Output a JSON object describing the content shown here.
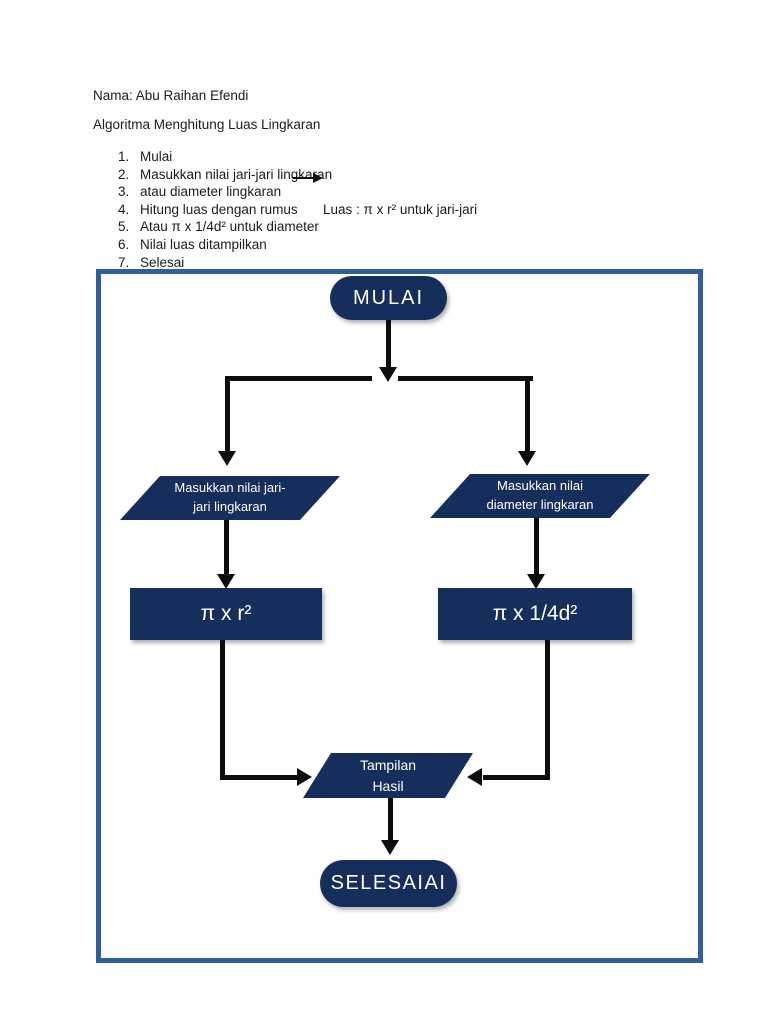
{
  "document": {
    "name_line": "Nama: Abu Raihan Efendi",
    "title": "Algoritma Menghitung Luas Lingkaran",
    "steps": [
      {
        "num": "1.",
        "text": "Mulai"
      },
      {
        "num": "2.",
        "text": "Masukkan nilai jari-jari lingkaran"
      },
      {
        "num": "3.",
        "text": "atau diameter lingkaran"
      },
      {
        "num": "4.",
        "text": "Hitung luas dengan rumus",
        "note": "Luas : π x r² untuk jari-jari"
      },
      {
        "num": "5.",
        "text": "Atau π x 1/4d² untuk diameter"
      },
      {
        "num": "6.",
        "text": "Nilai luas ditampilkan"
      },
      {
        "num": "7.",
        "text": "Selesai"
      }
    ]
  },
  "flowchart": {
    "colors": {
      "node_fill": "#162e5c",
      "frame_border": "#2f5f9d",
      "node_text": "#ffffff",
      "connector": "#0d0d0d"
    },
    "nodes": {
      "start": {
        "type": "terminator",
        "label": "MULAI"
      },
      "input_radius": {
        "type": "input-output",
        "line1": "Masukkan nilai jari-",
        "line2": "jari lingkaran"
      },
      "input_diameter": {
        "type": "input-output",
        "line1": "Masukkan nilai",
        "line2": "diameter lingkaran"
      },
      "formula_radius": {
        "type": "process",
        "label": "π x r²"
      },
      "formula_diameter": {
        "type": "process",
        "label": "π x 1/4d²"
      },
      "output": {
        "type": "input-output",
        "line1": "Tampilan",
        "line2": "Hasil"
      },
      "end": {
        "type": "terminator",
        "label": "SELESAIAI"
      }
    }
  }
}
